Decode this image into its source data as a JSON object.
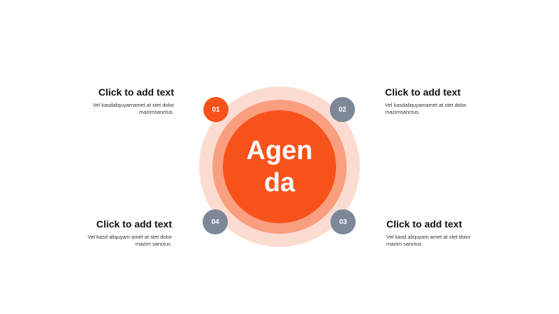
{
  "center": {
    "title_line1": "Agen",
    "title_line2": "da"
  },
  "colors": {
    "accent": "#f8521b",
    "ring_mid": "#f99f80",
    "ring_outer": "#fcdcd1",
    "badge_gray": "#7c8798"
  },
  "items": [
    {
      "number": "01",
      "heading": "Click to add text",
      "body_line1": "Vel kasdaliquyamamet at stet dolor",
      "body_line2": "mazimsanctus."
    },
    {
      "number": "02",
      "heading": "Click to add text",
      "body_line1": "Vel kasdaliquyamamet at stet dolor",
      "body_line2": "mazimsanctus."
    },
    {
      "number": "03",
      "heading": "Click to add text",
      "body_line1": "Vel kasd aliquyam amet at stet dolor",
      "body_line2": "mazim  sanctus."
    },
    {
      "number": "04",
      "heading": "Click to add text",
      "body_line1": "Vel kasd aliquyam amet at stet dolor",
      "body_line2": "mazim  sanctus."
    }
  ]
}
